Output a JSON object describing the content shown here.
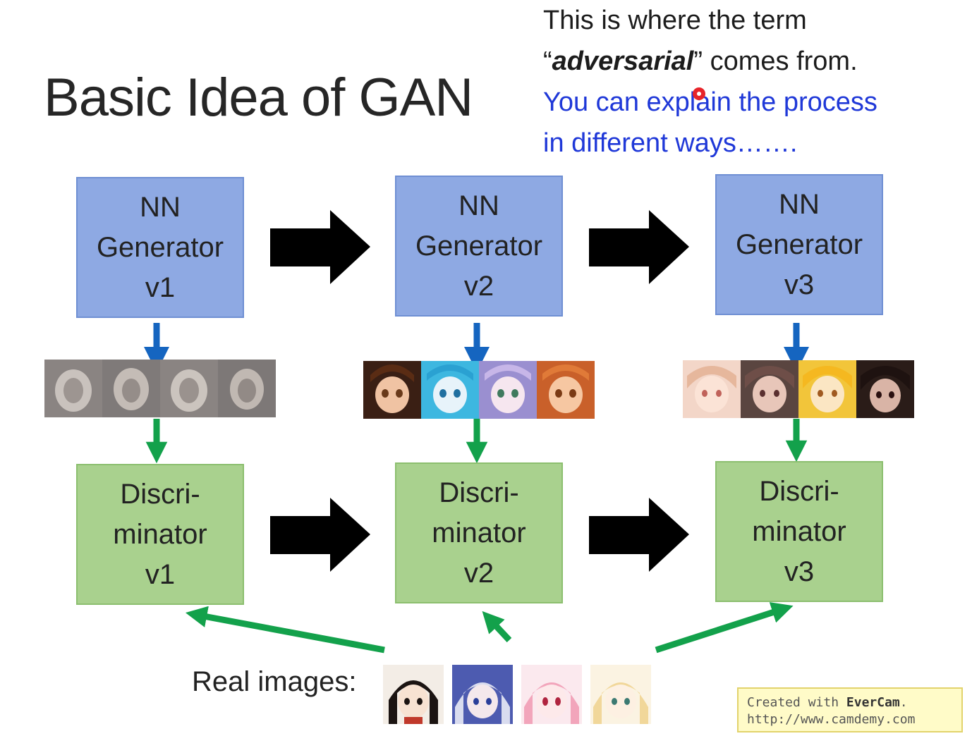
{
  "title": "Basic Idea of GAN",
  "note": {
    "line1": "This is where the term",
    "line2_pre": "“",
    "line2_bold": "adversarial",
    "line2_post": "” comes from.",
    "line3": "You can explain the process",
    "line4": "in different ways……."
  },
  "generators": [
    {
      "l1": "NN",
      "l2": "Generator",
      "l3": "v1"
    },
    {
      "l1": "NN",
      "l2": "Generator",
      "l3": "v2"
    },
    {
      "l1": "NN",
      "l2": "Generator",
      "l3": "v3"
    }
  ],
  "discriminators": [
    {
      "l1": "Discri-",
      "l2": "minator",
      "l3": "v1"
    },
    {
      "l1": "Discri-",
      "l2": "minator",
      "l3": "v2"
    },
    {
      "l1": "Discri-",
      "l2": "minator",
      "l3": "v3"
    }
  ],
  "real_label": "Real images:",
  "watermark": {
    "line1_pre": "Created with ",
    "brand": "EverCam",
    "line1_post": ".",
    "line2": "http://www.camdemy.com"
  },
  "colors": {
    "generator_fill": "#8ea9e3",
    "discriminator_fill": "#a9d18e",
    "blue_arrow": "#1565c0",
    "green_arrow": "#13a14b",
    "note_blue": "#1f38d8"
  }
}
